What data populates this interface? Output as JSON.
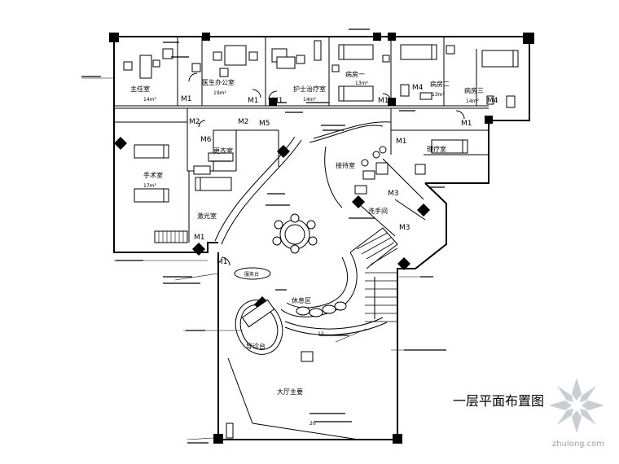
{
  "title": "一层平面布置图",
  "watermark": "zhulong.com",
  "rooms": {
    "director": "主任室",
    "doctor_office": "医生办公室",
    "nurse_station": "护士治疗室",
    "ward1": "病房一",
    "ward2": "病房二",
    "ward3": "病房三",
    "operating": "手术室",
    "changing": "更衣室",
    "treatment": "理疗室",
    "laser": "激光室",
    "reception": "接待室",
    "washroom": "洗手间",
    "rest": "休息区",
    "hall": "大厅主要",
    "consult": "导诊台",
    "service": "服务台"
  },
  "doors": {
    "m1": "M1",
    "m2": "M2",
    "m3": "M3",
    "m4": "M4",
    "m5": "M5",
    "m6": "M6"
  },
  "areas": {
    "a14": "14m²",
    "a19": "19m²",
    "a13": "13m²",
    "a17": "17m²"
  },
  "notes": {
    "n12": "12",
    "n20": "20"
  },
  "watermark_logo": "zhulong-logo"
}
